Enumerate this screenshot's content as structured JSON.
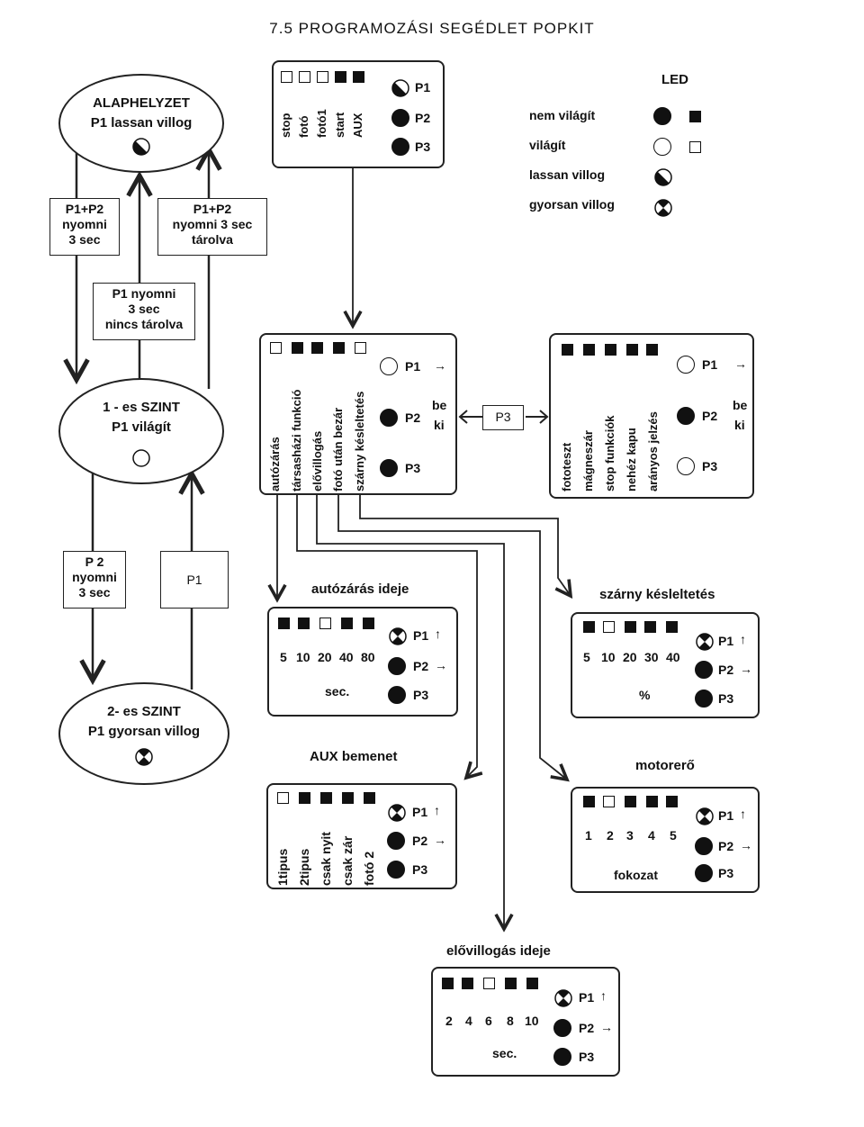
{
  "title": "7.5     PROGRAMOZÁSI  SEGÉDLET  POPKIT",
  "states": {
    "base": {
      "line1": "ALAPHELYZET",
      "line2": "P1 lassan villog"
    },
    "level1": {
      "line1": "1 - es SZINT",
      "line2": "P1 világít"
    },
    "level2": {
      "line1": "2- es SZINT",
      "line2": "P1 gyorsan villog"
    }
  },
  "transitions": {
    "to_level1": [
      "P1+P2",
      "nyomni",
      "3 sec"
    ],
    "to_base_stored": [
      "P1+P2",
      "nyomni 3 sec",
      "tárolva"
    ],
    "to_base_not_stored": [
      "P1 nyomni",
      "3 sec",
      "nincs tárolva"
    ],
    "to_level2": [
      "P 2",
      "nyomni",
      "3 sec"
    ],
    "back_p1": "P1"
  },
  "legend": {
    "title": "LED",
    "off": "nem világít",
    "on": "világít",
    "slow": "lassan villog",
    "fast": "gyorsan villog"
  },
  "buttons": {
    "p1": "P1",
    "p2": "P2",
    "p3": "P3"
  },
  "top_panel": {
    "labels": [
      "stop",
      "fotó",
      "fotó1",
      "start",
      "AUX"
    ]
  },
  "level1_panel": {
    "labels": [
      "autózárás",
      "társasházi funkció",
      "elővillogás",
      "fotó után bezár",
      "szárny késleltetés"
    ],
    "be": "be",
    "ki": "ki"
  },
  "p3_link": "P3",
  "level2_panel": {
    "labels": [
      "fototeszt",
      "mágneszár",
      "stop funkciók",
      "nehéz kapu",
      "arányos jelzés"
    ],
    "be": "be",
    "ki": "ki"
  },
  "autoclose": {
    "title": "autózárás ideje",
    "values": [
      "5",
      "10",
      "20",
      "40",
      "80"
    ],
    "unit": "sec."
  },
  "wing": {
    "title": "szárny késleltetés",
    "values": [
      "5",
      "10",
      "20",
      "30",
      "40"
    ],
    "unit": "%"
  },
  "aux": {
    "title": "AUX bemenet",
    "labels": [
      "1tipus",
      "2tipus",
      "csak nyit",
      "csak zár",
      "fotó 2"
    ]
  },
  "motor": {
    "title": "motorerő",
    "values": [
      "1",
      "2",
      "3",
      "4",
      "5"
    ],
    "unit": "fokozat"
  },
  "preflash": {
    "title": "elővillogás ideje",
    "values": [
      "2",
      "4",
      "6",
      "8",
      "10"
    ],
    "unit": "sec."
  },
  "arrows": {
    "right": "→",
    "up": "↑",
    "lr": "⟷"
  }
}
